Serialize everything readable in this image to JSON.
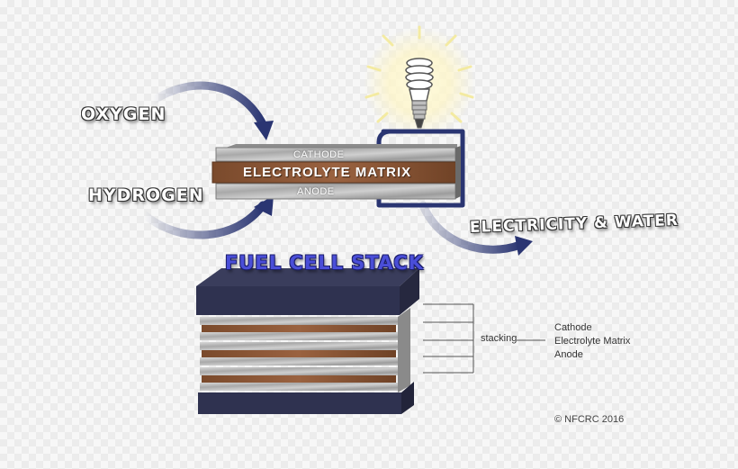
{
  "diagram": {
    "inputs": {
      "oxygen": "OXYGEN",
      "hydrogen": "HYDROGEN"
    },
    "cell_layers": {
      "cathode": "CATHODE",
      "electrolyte": "ELECTROLYTE MATRIX",
      "anode": "ANODE"
    },
    "output": "ELECTRICITY & WATER",
    "stack_title": "FUEL CELL STACK",
    "stacking": {
      "label": "stacking",
      "items": [
        "Cathode",
        "Electrolyte Matrix",
        "Anode"
      ]
    },
    "copyright": "© NFCRC 2016"
  },
  "colors": {
    "arrow": "#2a3572",
    "electrolyte": "#8b5a3b",
    "plate": "#b8b8b8",
    "stack_cap": "#3a3d5c",
    "title": "#4a4ed8"
  },
  "icons": [
    "light-bulb-icon",
    "flow-arrow-icon"
  ]
}
